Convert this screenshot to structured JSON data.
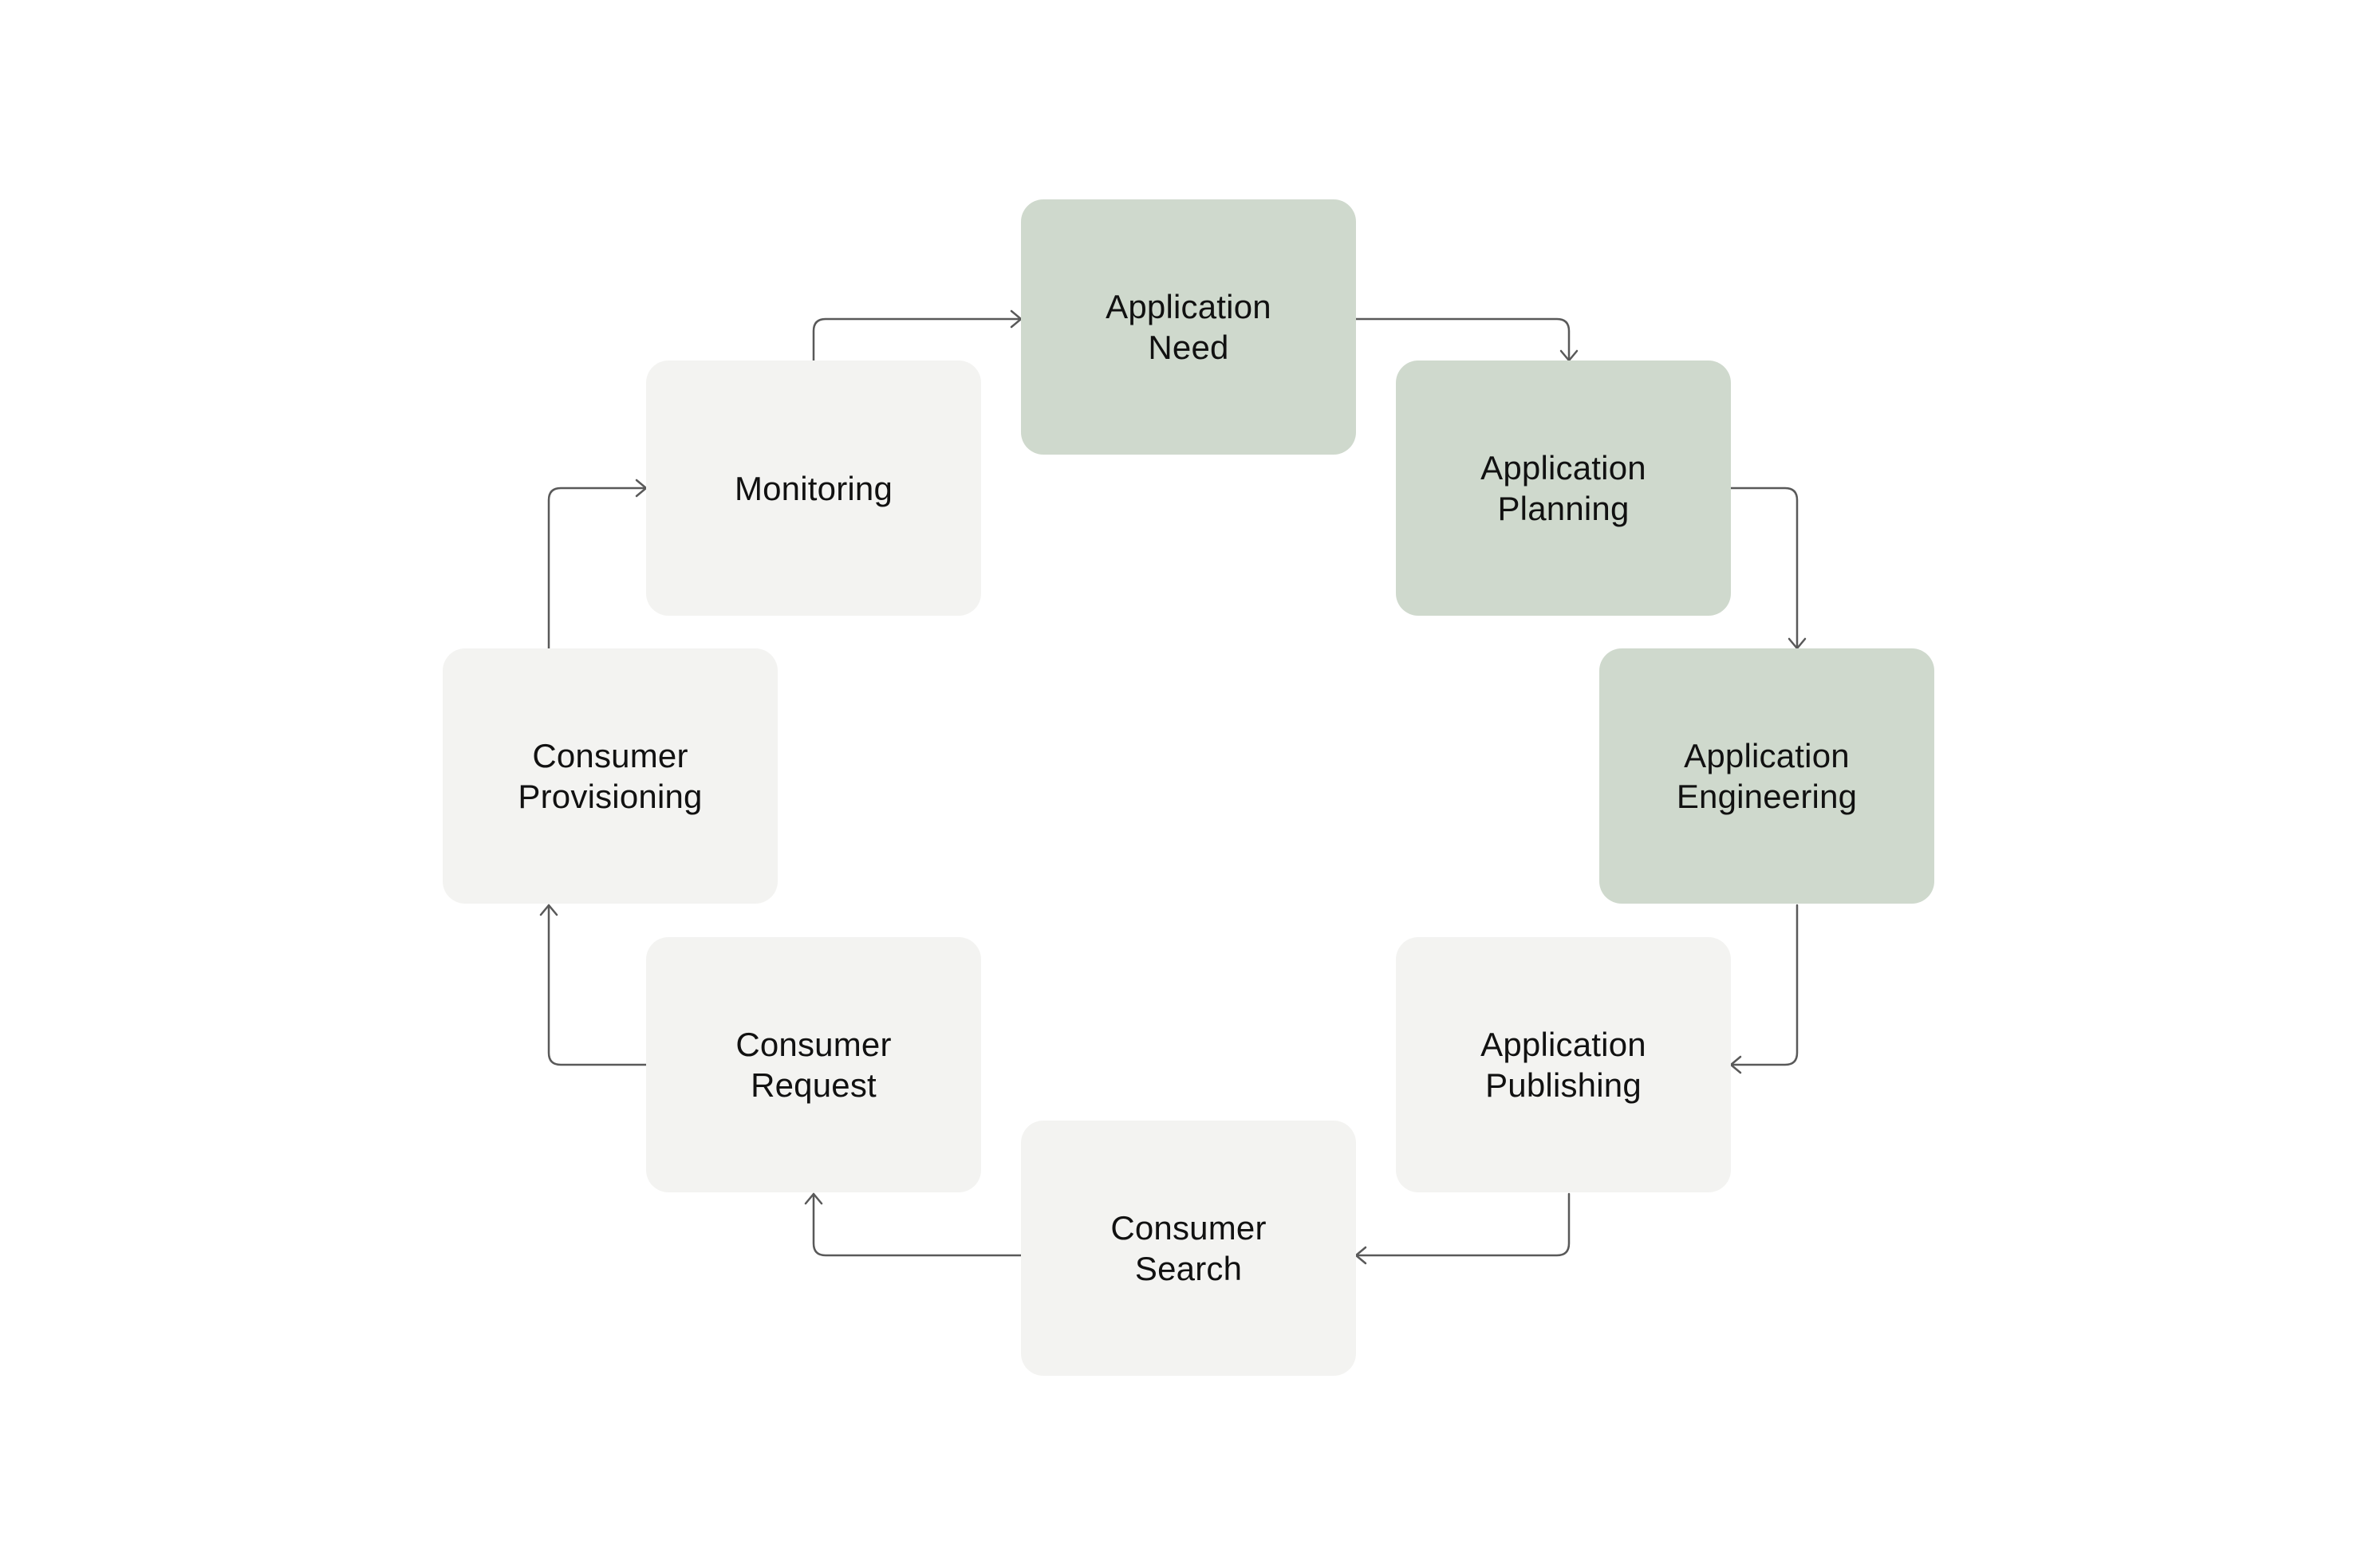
{
  "colors": {
    "accent_fill": "#cfd9cd",
    "neutral_fill": "#f3f3f1",
    "connector": "#595959",
    "text": "#111111"
  },
  "nodes": {
    "need": {
      "line1": "Application",
      "line2": "Need",
      "style": "accent"
    },
    "planning": {
      "line1": "Application",
      "line2": "Planning",
      "style": "accent"
    },
    "engineering": {
      "line1": "Application",
      "line2": "Engineering",
      "style": "accent"
    },
    "publishing": {
      "line1": "Application",
      "line2": "Publishing",
      "style": "neutral"
    },
    "search": {
      "line1": "Consumer",
      "line2": "Search",
      "style": "neutral"
    },
    "request": {
      "line1": "Consumer",
      "line2": "Request",
      "style": "neutral"
    },
    "provisioning": {
      "line1": "Consumer",
      "line2": "Provisioning",
      "style": "neutral"
    },
    "monitoring": {
      "line1": "Monitoring",
      "style": "neutral"
    }
  },
  "flow": [
    "need",
    "planning",
    "engineering",
    "publishing",
    "search",
    "request",
    "provisioning",
    "monitoring",
    "need"
  ]
}
